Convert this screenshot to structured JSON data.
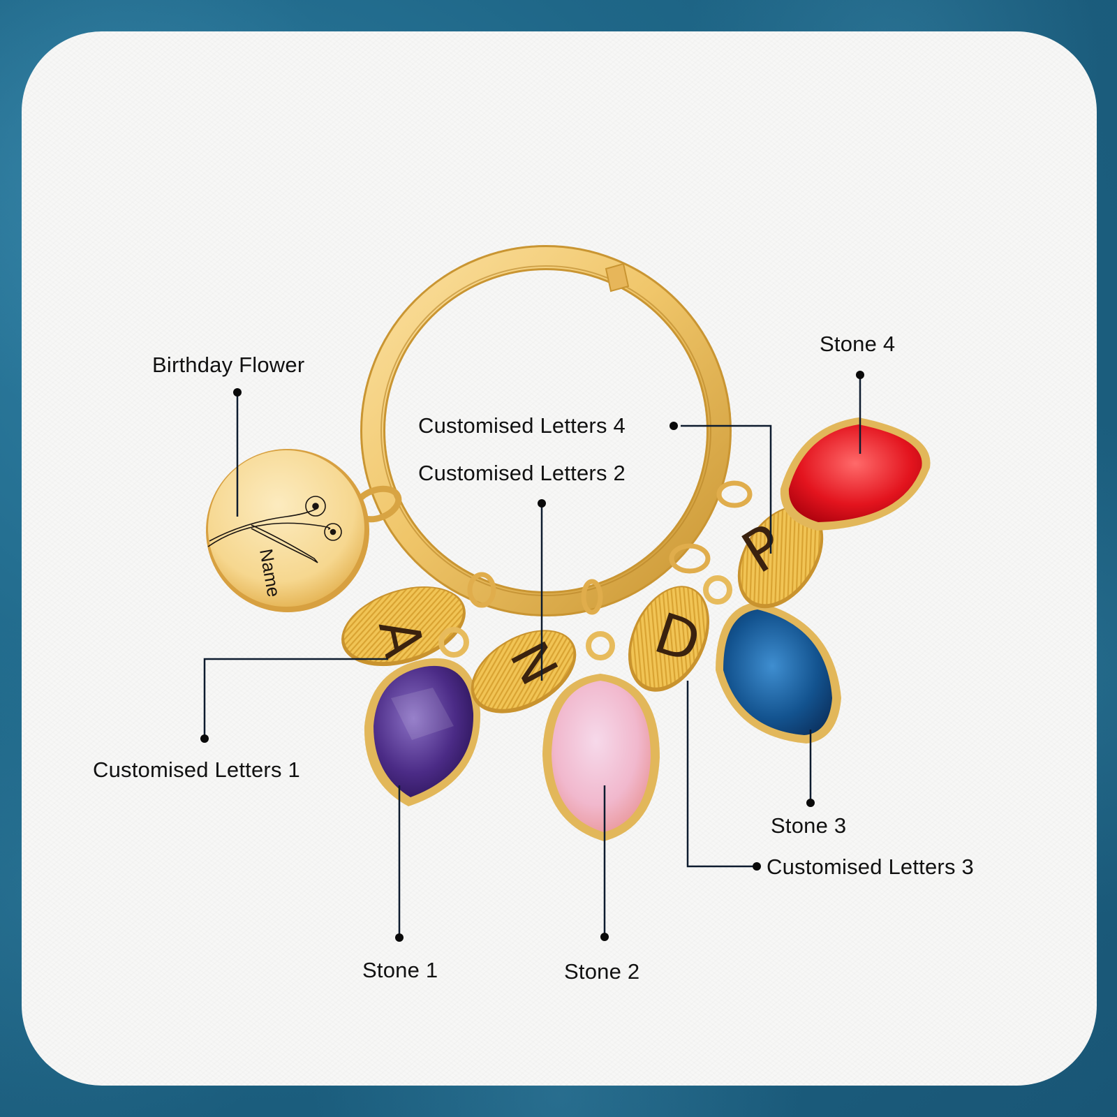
{
  "product": {
    "description": "Personalised birth flower keychain with letter leaf charms and birthstones",
    "engraving": {
      "name_text": "Name"
    },
    "letters": [
      "A",
      "N",
      "D",
      "P"
    ],
    "stone_colors": {
      "stone_1": "#4b2b86",
      "stone_2": "#f2b6c6",
      "stone_3": "#13538f",
      "stone_4": "#e3141e"
    },
    "metal_color": "#e9b64a",
    "background_color": "#1f6788"
  },
  "labels": {
    "birthday_flower": "Birthday Flower",
    "letters_1": "Customised Letters 1",
    "letters_2": "Customised Letters 2",
    "letters_3": "Customised Letters 3",
    "letters_4": "Customised Letters 4",
    "stone_1": "Stone 1",
    "stone_2": "Stone 2",
    "stone_3": "Stone 3",
    "stone_4": "Stone 4"
  }
}
